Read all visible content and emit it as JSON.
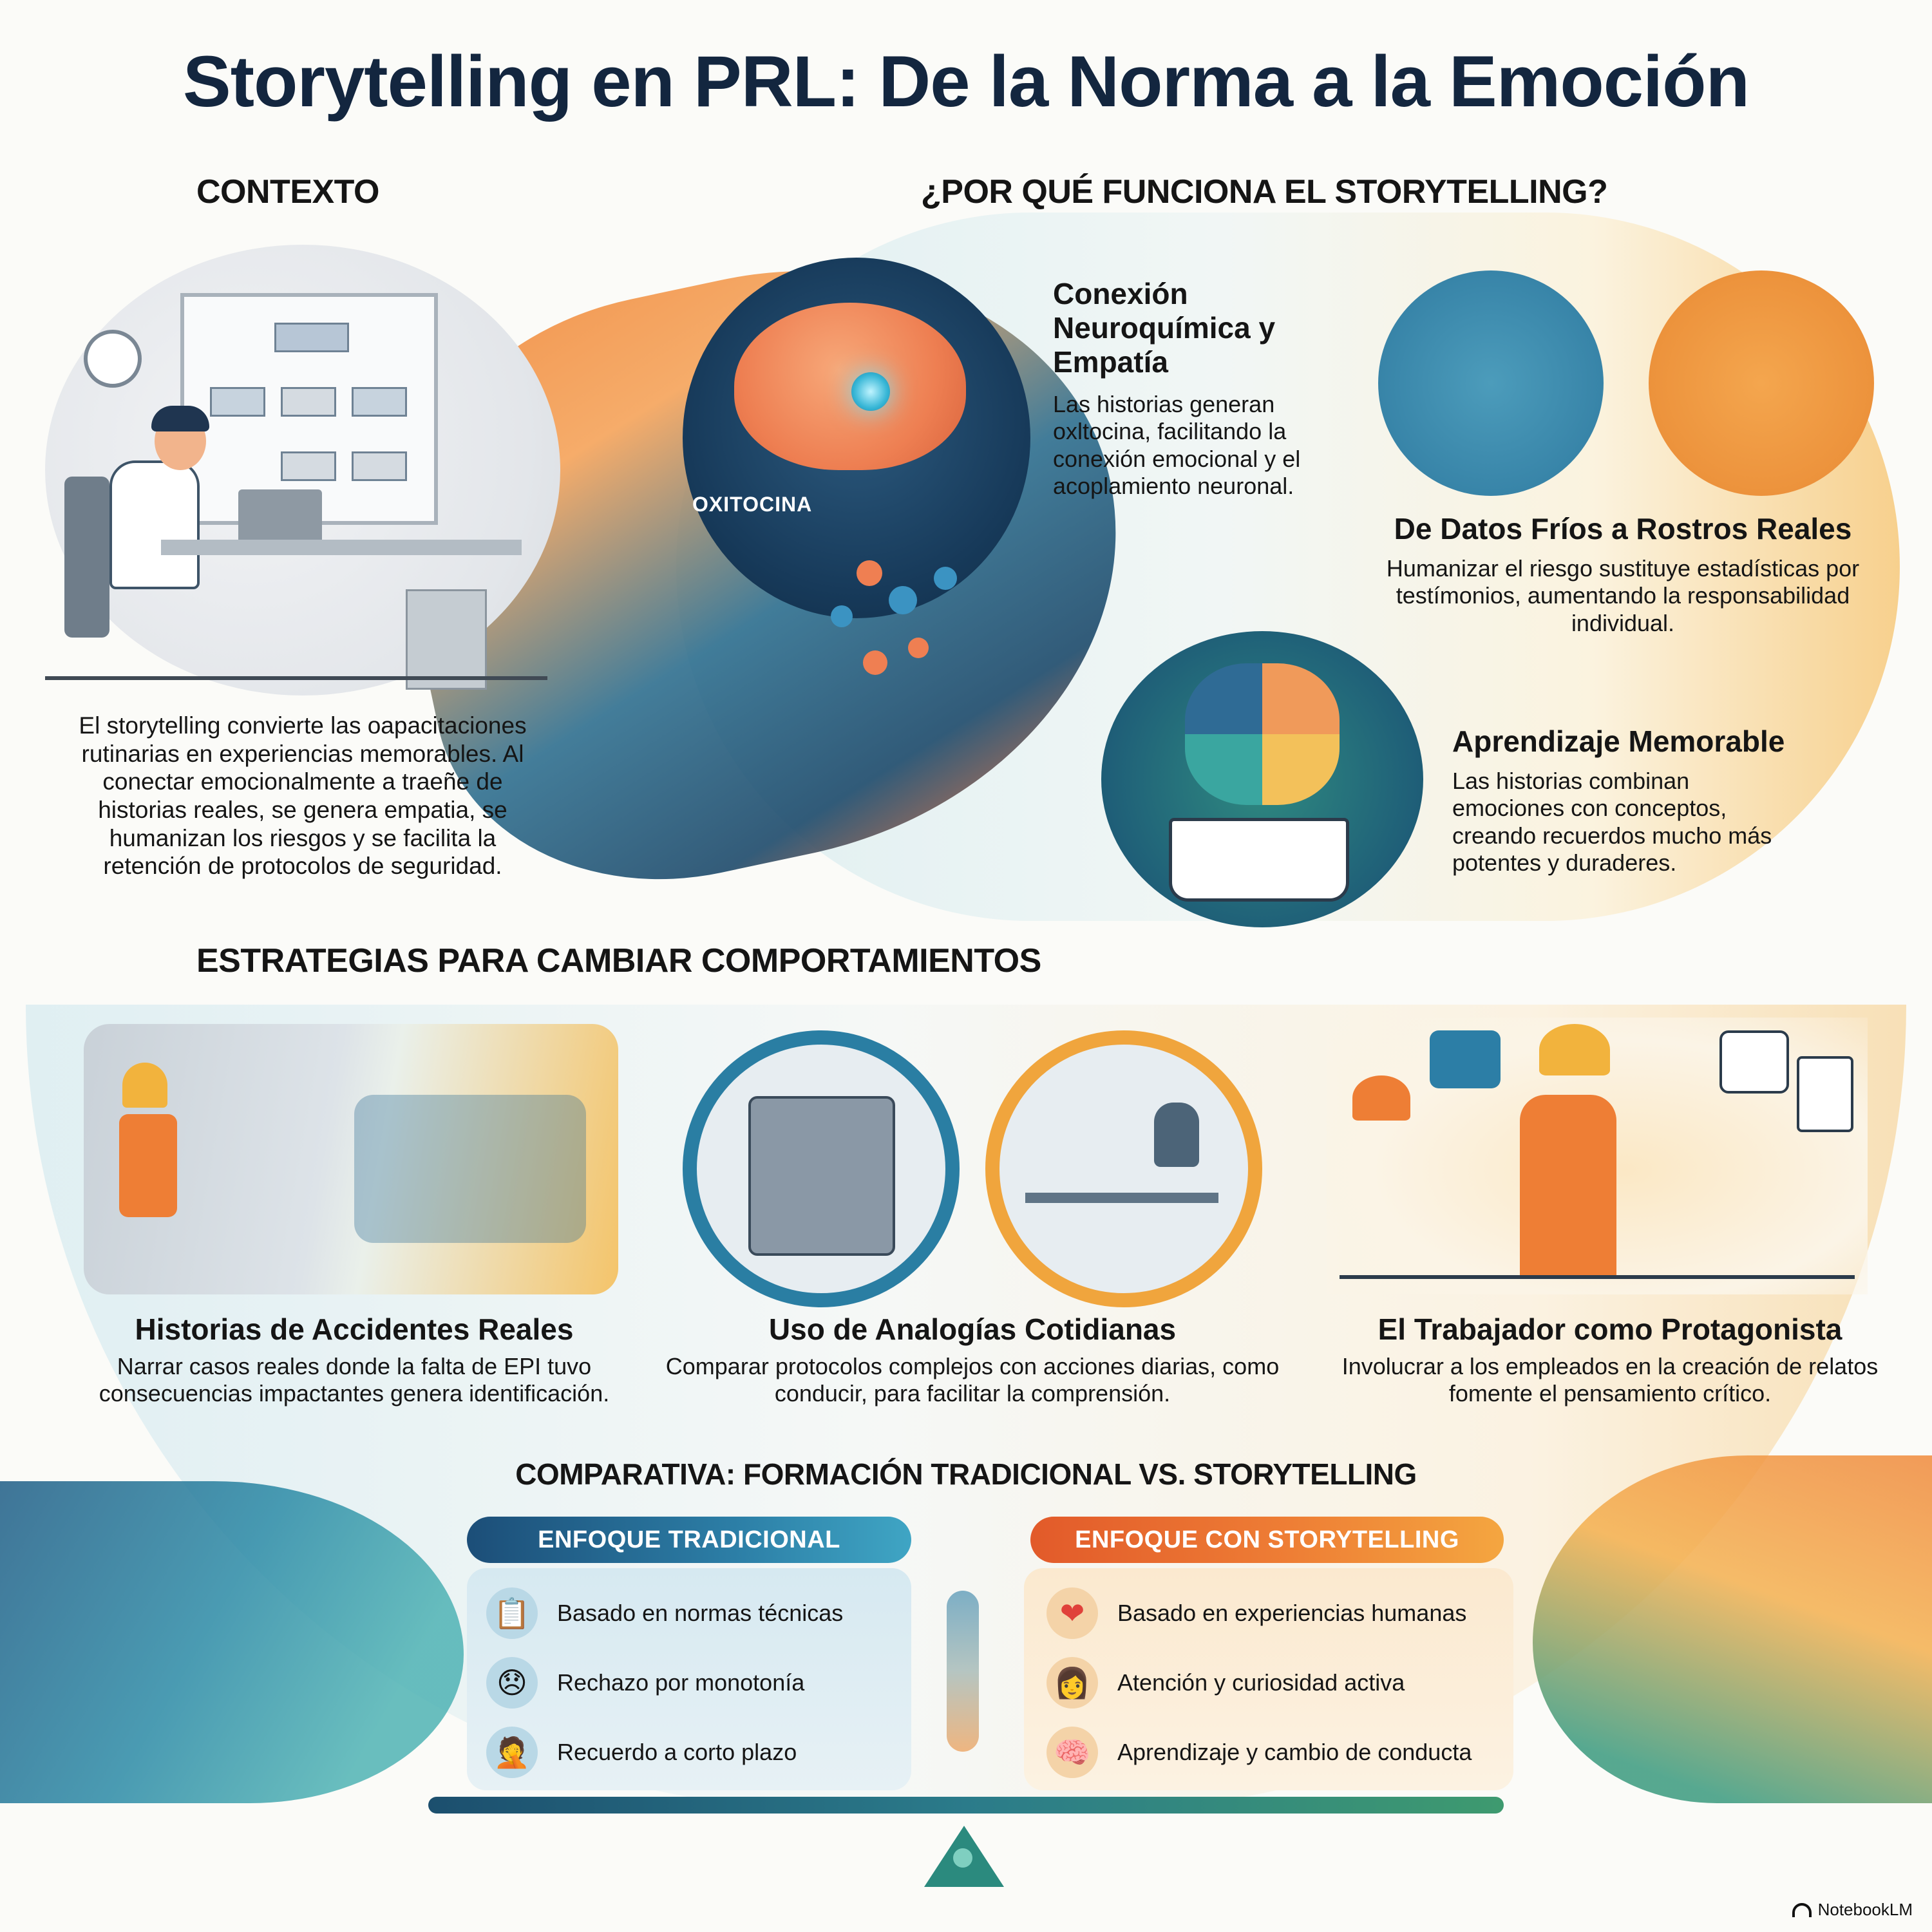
{
  "title": "Storytelling en PRL: De la Norma a la Emoción",
  "contexto": {
    "heading": "CONTEXTO",
    "body": "El storytelling convierte las oapacitaciones rutinarias en experiencias memorables. Al conectar emocionalmente a traeñe de historias reales, se genera empatia, se humanizan los riesgos y se facilita la retención de protocolos de seguridad."
  },
  "por_que": {
    "heading": "¿POR QUÉ FUNCIONA EL STORYTELLING?",
    "oxitocina_label": "OXITOCINA",
    "cards": [
      {
        "title": "Conexión Neuroquímica y Empatía",
        "body": "Las historias generan oxltocina, facilitando la conexión emocional y el acoplamiento neuronal."
      },
      {
        "title": "De Datos Fríos a Rostros Reales",
        "body": "Humanizar el riesgo sustituye estadísticas por testímonios, aumentando la responsabilidad individual."
      },
      {
        "title": "Aprendizaje Memorable",
        "body": "Las historias combinan emociones con conceptos, creando recuerdos mucho más potentes y duraderes."
      }
    ]
  },
  "estrategias": {
    "heading": "ESTRATEGIAS PARA CAMBIAR COMPORTAMIENTOS",
    "items": [
      {
        "title": "Historias de Accidentes Reales",
        "body": "Narrar casos reales donde la falta de EPI tuvo consecuencias impactantes genera identificación."
      },
      {
        "title": "Uso de Analogías Cotidianas",
        "body": "Comparar protocolos complejos con acciones diarias, como conducir, para facilitar la comprensión."
      },
      {
        "title": "El Trabajador como Protagonista",
        "body": "Involucrar a los empleados en la creación de relatos fomente el pensamiento crítico."
      }
    ]
  },
  "comparativa": {
    "heading": "COMPARATIVA: FORMACIÓN TRADICIONAL VS. STORYTELLING",
    "tradicional": {
      "label": "ENFOQUE TRADICIONAL",
      "items": [
        {
          "icon": "clipboard-checklist-icon",
          "glyph": "📋",
          "text": "Basado en normas técnicas"
        },
        {
          "icon": "sad-face-icon",
          "glyph": "😞",
          "text": "Rechazo por monotonía"
        },
        {
          "icon": "forgetful-person-icon",
          "glyph": "🤦",
          "text": "Recuerdo a corto plazo"
        }
      ]
    },
    "storytelling": {
      "label": "ENFOQUE CON STORYTELLING",
      "items": [
        {
          "icon": "heart-icon",
          "glyph": "❤",
          "text": "Basado en experiencias humanas"
        },
        {
          "icon": "curious-person-icon",
          "glyph": "👩",
          "text": "Atención y curiosidad activa"
        },
        {
          "icon": "head-brain-icon",
          "glyph": "🧠",
          "text": "Aprendizaje y cambio de conducta"
        }
      ]
    }
  },
  "brand": "NotebookLM",
  "colors": {
    "navy": "#13263f",
    "teal": "#2c7ea6",
    "orange": "#ee7e35",
    "amber": "#f4a640",
    "green": "#3e9a6f"
  }
}
